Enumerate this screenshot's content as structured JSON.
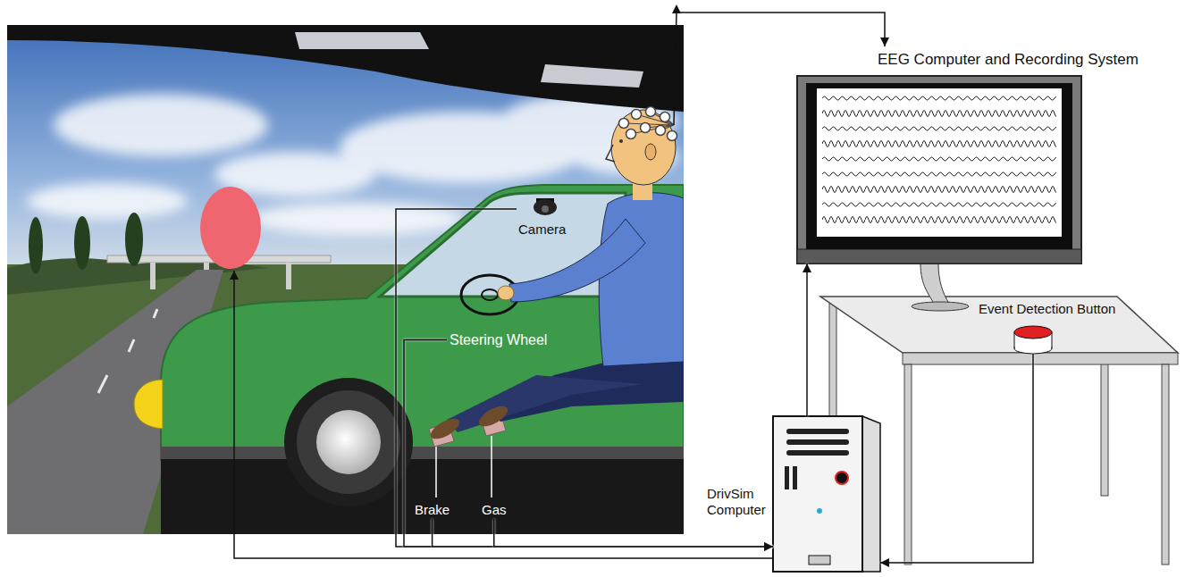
{
  "diagram": {
    "nodes": [
      {
        "text": [
          "EEG Computer and Recording System"
        ]
      },
      {
        "text": [
          "Camera"
        ]
      },
      {
        "text": [
          "Event Detection Button"
        ]
      },
      {
        "text": [
          "Steering Wheel"
        ]
      },
      {
        "text": [
          "Brake"
        ]
      },
      {
        "text": [
          "Gas"
        ]
      },
      {
        "text": [
          "DrivSim Computer"
        ]
      }
    ],
    "edges": [
      {
        "from": 1,
        "to": 6,
        "arrow": "to"
      },
      {
        "from": 3,
        "to": 6,
        "arrow": "to"
      },
      {
        "from": 4,
        "to": 6,
        "arrow": "to"
      },
      {
        "from": 5,
        "to": 6,
        "arrow": "to"
      },
      {
        "from": 2,
        "to": 6,
        "arrow": "to"
      },
      {
        "from": 6,
        "to": 0,
        "arrow": "to"
      }
    ]
  }
}
